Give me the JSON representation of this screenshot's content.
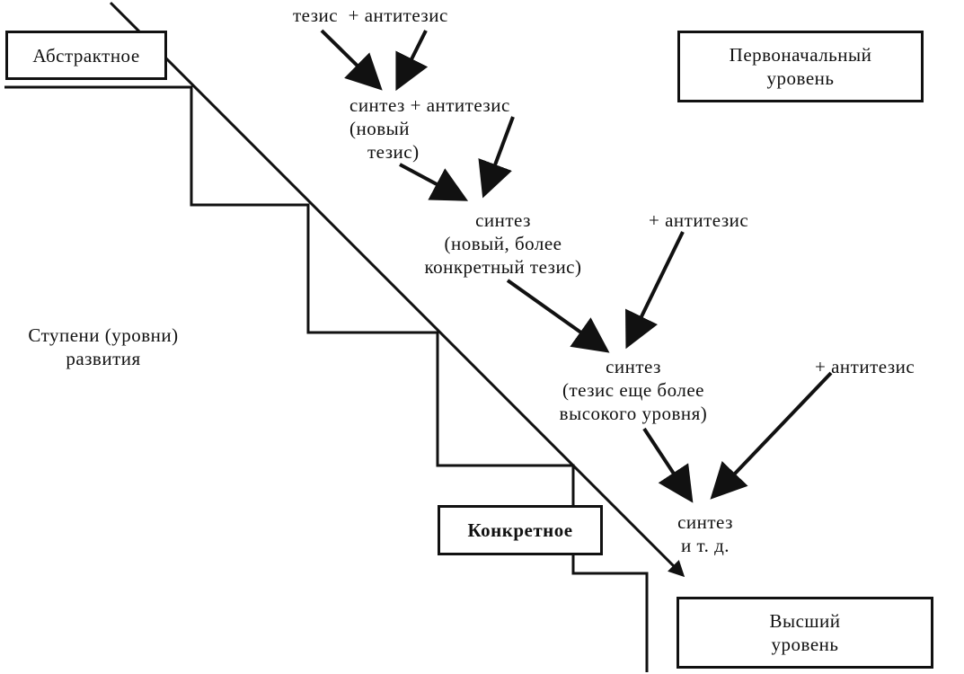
{
  "figure": {
    "title": "Dialectical development staircase",
    "boxes": {
      "abstract": "Абстрактное",
      "concrete": "Конкретное",
      "initial_level": [
        "Первоначальный",
        "уровень"
      ],
      "highest_level": [
        "Высший",
        "уровень"
      ]
    },
    "side_label": [
      "Ступени (уровни)",
      "развития"
    ],
    "steps": [
      {
        "id": "step1",
        "lines": [
          "тезис  + антитезис"
        ]
      },
      {
        "id": "step2",
        "lines": [
          "синтез + антитезис",
          "(новый",
          "тезис)"
        ]
      },
      {
        "id": "step3",
        "lines": [
          "синтез",
          "(новый, более",
          "конкретный тезис)"
        ]
      },
      {
        "id": "step3_anti",
        "lines": [
          "+ антитезис"
        ]
      },
      {
        "id": "step4",
        "lines": [
          "синтез",
          "(тезис еще более",
          "высокого уровня)"
        ]
      },
      {
        "id": "step4_anti",
        "lines": [
          "+ антитезис"
        ]
      },
      {
        "id": "step5",
        "lines": [
          "синтез",
          "и т. д."
        ]
      }
    ],
    "colors": {
      "ink": "#111111",
      "background": "#ffffff"
    }
  }
}
